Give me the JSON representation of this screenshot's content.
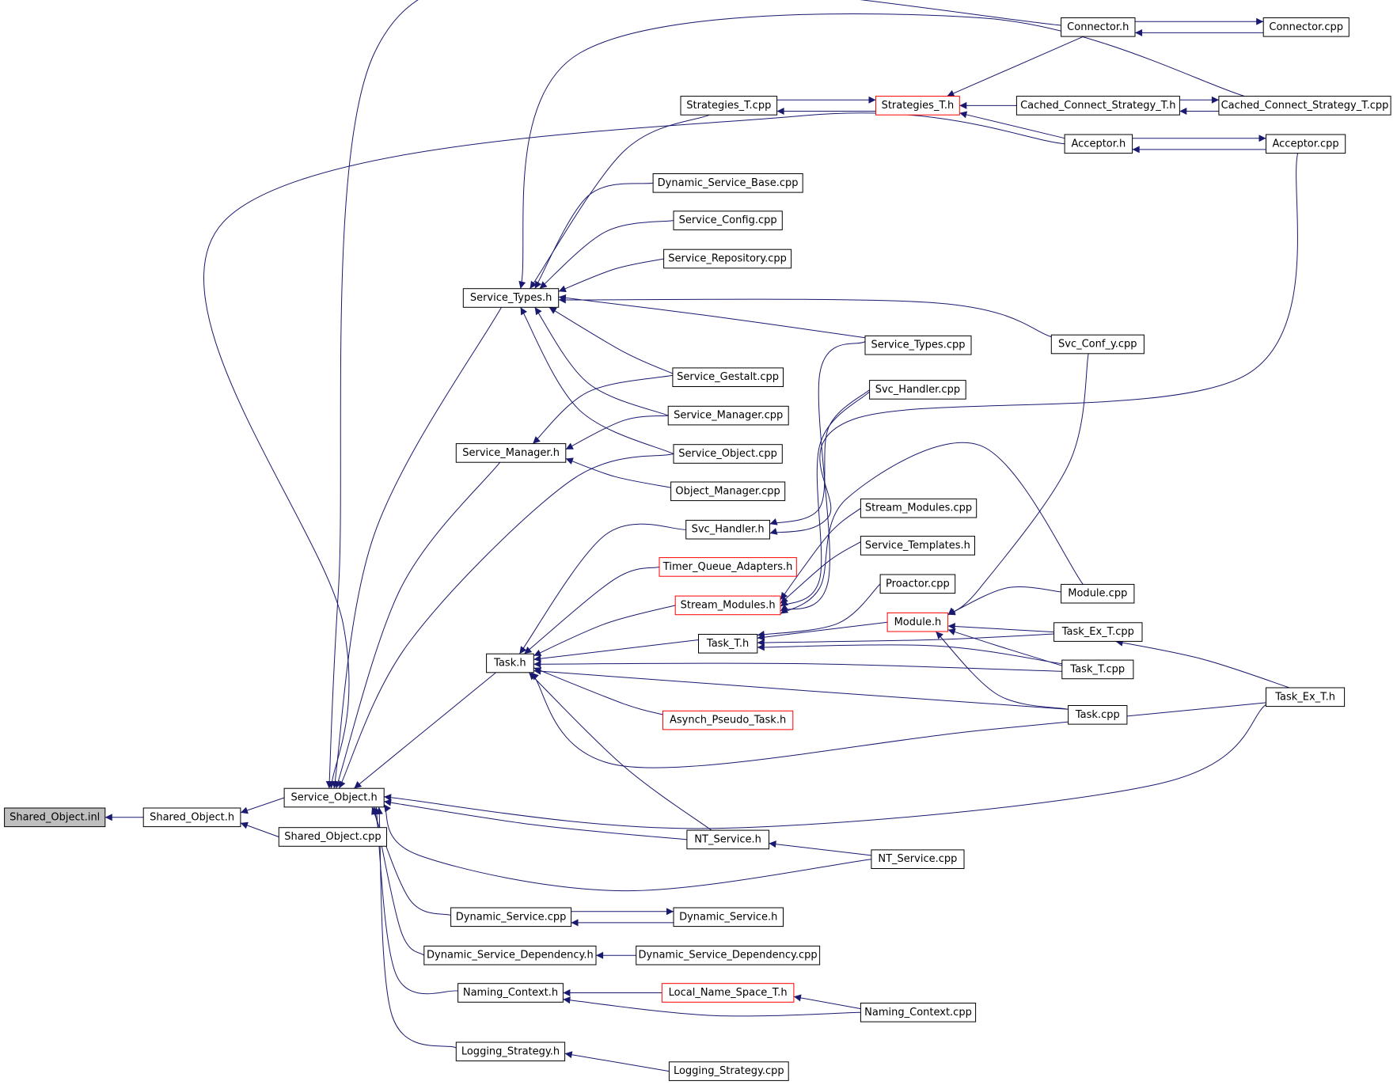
{
  "colors": {
    "edge": "#191970",
    "node_border": "#000000",
    "truncated_border": "#ff0000",
    "root_fill": "#bfbfbf",
    "node_fill": "#ffffff"
  },
  "nodes": [
    {
      "id": "shared_object_inl",
      "label": "Shared_Object.inl",
      "style": "root"
    },
    {
      "id": "shared_object_h",
      "label": "Shared_Object.h",
      "style": "normal"
    },
    {
      "id": "shared_object_cpp",
      "label": "Shared_Object.cpp",
      "style": "normal"
    },
    {
      "id": "service_object_h",
      "label": "Service_Object.h",
      "style": "normal"
    },
    {
      "id": "service_types_h",
      "label": "Service_Types.h",
      "style": "normal"
    },
    {
      "id": "service_manager_h",
      "label": "Service_Manager.h",
      "style": "normal"
    },
    {
      "id": "task_h",
      "label": "Task.h",
      "style": "normal"
    },
    {
      "id": "dynamic_service_cpp",
      "label": "Dynamic_Service.cpp",
      "style": "normal"
    },
    {
      "id": "dynamic_service_dependency_h",
      "label": "Dynamic_Service_Dependency.h",
      "style": "normal"
    },
    {
      "id": "naming_context_h",
      "label": "Naming_Context.h",
      "style": "normal"
    },
    {
      "id": "logging_strategy_h",
      "label": "Logging_Strategy.h",
      "style": "normal"
    },
    {
      "id": "strategies_t_cpp",
      "label": "Strategies_T.cpp",
      "style": "normal"
    },
    {
      "id": "dynamic_service_base_cpp",
      "label": "Dynamic_Service_Base.cpp",
      "style": "normal"
    },
    {
      "id": "service_config_cpp",
      "label": "Service_Config.cpp",
      "style": "normal"
    },
    {
      "id": "service_repository_cpp",
      "label": "Service_Repository.cpp",
      "style": "normal"
    },
    {
      "id": "service_gestalt_cpp",
      "label": "Service_Gestalt.cpp",
      "style": "normal"
    },
    {
      "id": "service_manager_cpp",
      "label": "Service_Manager.cpp",
      "style": "normal"
    },
    {
      "id": "service_object_cpp",
      "label": "Service_Object.cpp",
      "style": "normal"
    },
    {
      "id": "object_manager_cpp",
      "label": "Object_Manager.cpp",
      "style": "normal"
    },
    {
      "id": "svc_handler_h",
      "label": "Svc_Handler.h",
      "style": "normal"
    },
    {
      "id": "timer_queue_adapters_h",
      "label": "Timer_Queue_Adapters.h",
      "style": "truncated"
    },
    {
      "id": "stream_modules_h",
      "label": "Stream_Modules.h",
      "style": "truncated"
    },
    {
      "id": "task_t_h",
      "label": "Task_T.h",
      "style": "normal"
    },
    {
      "id": "asynch_pseudo_task_h",
      "label": "Asynch_Pseudo_Task.h",
      "style": "truncated"
    },
    {
      "id": "nt_service_h",
      "label": "NT_Service.h",
      "style": "normal"
    },
    {
      "id": "dynamic_service_h",
      "label": "Dynamic_Service.h",
      "style": "normal"
    },
    {
      "id": "dynamic_service_dependency_cpp",
      "label": "Dynamic_Service_Dependency.cpp",
      "style": "normal"
    },
    {
      "id": "local_name_space_t_h",
      "label": "Local_Name_Space_T.h",
      "style": "truncated"
    },
    {
      "id": "logging_strategy_cpp",
      "label": "Logging_Strategy.cpp",
      "style": "normal"
    },
    {
      "id": "strategies_t_h",
      "label": "Strategies_T.h",
      "style": "truncated"
    },
    {
      "id": "service_types_cpp",
      "label": "Service_Types.cpp",
      "style": "normal"
    },
    {
      "id": "svc_handler_cpp",
      "label": "Svc_Handler.cpp",
      "style": "normal"
    },
    {
      "id": "stream_modules_cpp",
      "label": "Stream_Modules.cpp",
      "style": "normal"
    },
    {
      "id": "service_templates_h",
      "label": "Service_Templates.h",
      "style": "normal"
    },
    {
      "id": "proactor_cpp",
      "label": "Proactor.cpp",
      "style": "normal"
    },
    {
      "id": "module_h",
      "label": "Module.h",
      "style": "truncated"
    },
    {
      "id": "nt_service_cpp",
      "label": "NT_Service.cpp",
      "style": "normal"
    },
    {
      "id": "naming_context_cpp",
      "label": "Naming_Context.cpp",
      "style": "normal"
    },
    {
      "id": "connector_h",
      "label": "Connector.h",
      "style": "normal"
    },
    {
      "id": "cached_connect_strategy_t_h",
      "label": "Cached_Connect_Strategy_T.h",
      "style": "normal"
    },
    {
      "id": "acceptor_h",
      "label": "Acceptor.h",
      "style": "normal"
    },
    {
      "id": "svc_conf_y_cpp",
      "label": "Svc_Conf_y.cpp",
      "style": "normal"
    },
    {
      "id": "module_cpp",
      "label": "Module.cpp",
      "style": "normal"
    },
    {
      "id": "task_ex_t_cpp",
      "label": "Task_Ex_T.cpp",
      "style": "normal"
    },
    {
      "id": "task_t_cpp",
      "label": "Task_T.cpp",
      "style": "normal"
    },
    {
      "id": "task_cpp",
      "label": "Task.cpp",
      "style": "normal"
    },
    {
      "id": "connector_cpp",
      "label": "Connector.cpp",
      "style": "normal"
    },
    {
      "id": "cached_connect_strategy_t_cpp",
      "label": "Cached_Connect_Strategy_T.cpp",
      "style": "normal"
    },
    {
      "id": "acceptor_cpp",
      "label": "Acceptor.cpp",
      "style": "normal"
    },
    {
      "id": "task_ex_t_h",
      "label": "Task_Ex_T.h",
      "style": "normal"
    }
  ],
  "edges": [
    [
      "shared_object_h",
      "shared_object_inl"
    ],
    [
      "service_object_h",
      "shared_object_h"
    ],
    [
      "shared_object_cpp",
      "shared_object_h"
    ],
    [
      "service_types_h",
      "service_object_h"
    ],
    [
      "service_manager_h",
      "service_object_h"
    ],
    [
      "task_h",
      "service_object_h"
    ],
    [
      "dynamic_service_cpp",
      "service_object_h"
    ],
    [
      "dynamic_service_dependency_h",
      "service_object_h"
    ],
    [
      "naming_context_h",
      "service_object_h"
    ],
    [
      "logging_strategy_h",
      "service_object_h"
    ],
    [
      "connector_h",
      "service_object_h"
    ],
    [
      "acceptor_h",
      "service_object_h"
    ],
    [
      "service_object_cpp",
      "service_object_h"
    ],
    [
      "nt_service_h",
      "service_object_h"
    ],
    [
      "nt_service_cpp",
      "service_object_h"
    ],
    [
      "task_ex_t_h",
      "service_object_h"
    ],
    [
      "strategies_t_cpp",
      "service_types_h"
    ],
    [
      "dynamic_service_base_cpp",
      "service_types_h"
    ],
    [
      "service_config_cpp",
      "service_types_h"
    ],
    [
      "service_repository_cpp",
      "service_types_h"
    ],
    [
      "service_types_cpp",
      "service_types_h"
    ],
    [
      "svc_conf_y_cpp",
      "service_types_h"
    ],
    [
      "service_gestalt_cpp",
      "service_types_h"
    ],
    [
      "service_manager_cpp",
      "service_types_h"
    ],
    [
      "service_object_cpp",
      "service_types_h"
    ],
    [
      "cached_connect_strategy_t_cpp",
      "service_types_h"
    ],
    [
      "service_gestalt_cpp",
      "service_manager_h"
    ],
    [
      "service_manager_cpp",
      "service_manager_h"
    ],
    [
      "object_manager_cpp",
      "service_manager_h"
    ],
    [
      "svc_handler_h",
      "task_h"
    ],
    [
      "timer_queue_adapters_h",
      "task_h"
    ],
    [
      "stream_modules_h",
      "task_h"
    ],
    [
      "task_t_h",
      "task_h"
    ],
    [
      "asynch_pseudo_task_h",
      "task_h"
    ],
    [
      "nt_service_h",
      "task_h"
    ],
    [
      "task_t_cpp",
      "task_h"
    ],
    [
      "task_cpp",
      "task_h"
    ],
    [
      "task_ex_t_h",
      "task_h"
    ],
    [
      "svc_handler_cpp",
      "svc_handler_h"
    ],
    [
      "acceptor_cpp",
      "svc_handler_h"
    ],
    [
      "stream_modules_cpp",
      "stream_modules_h"
    ],
    [
      "service_templates_h",
      "stream_modules_h"
    ],
    [
      "svc_handler_cpp",
      "stream_modules_h"
    ],
    [
      "service_types_cpp",
      "stream_modules_h"
    ],
    [
      "module_cpp",
      "stream_modules_h"
    ],
    [
      "module_h",
      "task_t_h"
    ],
    [
      "proactor_cpp",
      "task_t_h"
    ],
    [
      "task_t_cpp",
      "task_t_h"
    ],
    [
      "task_ex_t_cpp",
      "task_t_h"
    ],
    [
      "module_cpp",
      "module_h"
    ],
    [
      "task_ex_t_cpp",
      "module_h"
    ],
    [
      "task_t_cpp",
      "module_h"
    ],
    [
      "task_cpp",
      "module_h"
    ],
    [
      "svc_conf_y_cpp",
      "module_h"
    ],
    [
      "task_ex_t_h",
      "task_ex_t_cpp"
    ],
    [
      "dynamic_service_h",
      "dynamic_service_cpp"
    ],
    [
      "dynamic_service_cpp",
      "dynamic_service_h"
    ],
    [
      "dynamic_service_dependency_cpp",
      "dynamic_service_dependency_h"
    ],
    [
      "local_name_space_t_h",
      "naming_context_h"
    ],
    [
      "naming_context_cpp",
      "naming_context_h"
    ],
    [
      "naming_context_cpp",
      "local_name_space_t_h"
    ],
    [
      "logging_strategy_cpp",
      "logging_strategy_h"
    ],
    [
      "nt_service_cpp",
      "nt_service_h"
    ],
    [
      "strategies_t_h",
      "strategies_t_cpp"
    ],
    [
      "strategies_t_cpp",
      "strategies_t_h"
    ],
    [
      "connector_h",
      "strategies_t_h"
    ],
    [
      "cached_connect_strategy_t_h",
      "strategies_t_h"
    ],
    [
      "acceptor_h",
      "strategies_t_h"
    ],
    [
      "cached_connect_strategy_t_cpp",
      "cached_connect_strategy_t_h"
    ],
    [
      "cached_connect_strategy_t_h",
      "cached_connect_strategy_t_cpp"
    ],
    [
      "connector_cpp",
      "connector_h"
    ],
    [
      "connector_h",
      "connector_cpp"
    ],
    [
      "acceptor_cpp",
      "acceptor_h"
    ],
    [
      "acceptor_h",
      "acceptor_cpp"
    ]
  ]
}
